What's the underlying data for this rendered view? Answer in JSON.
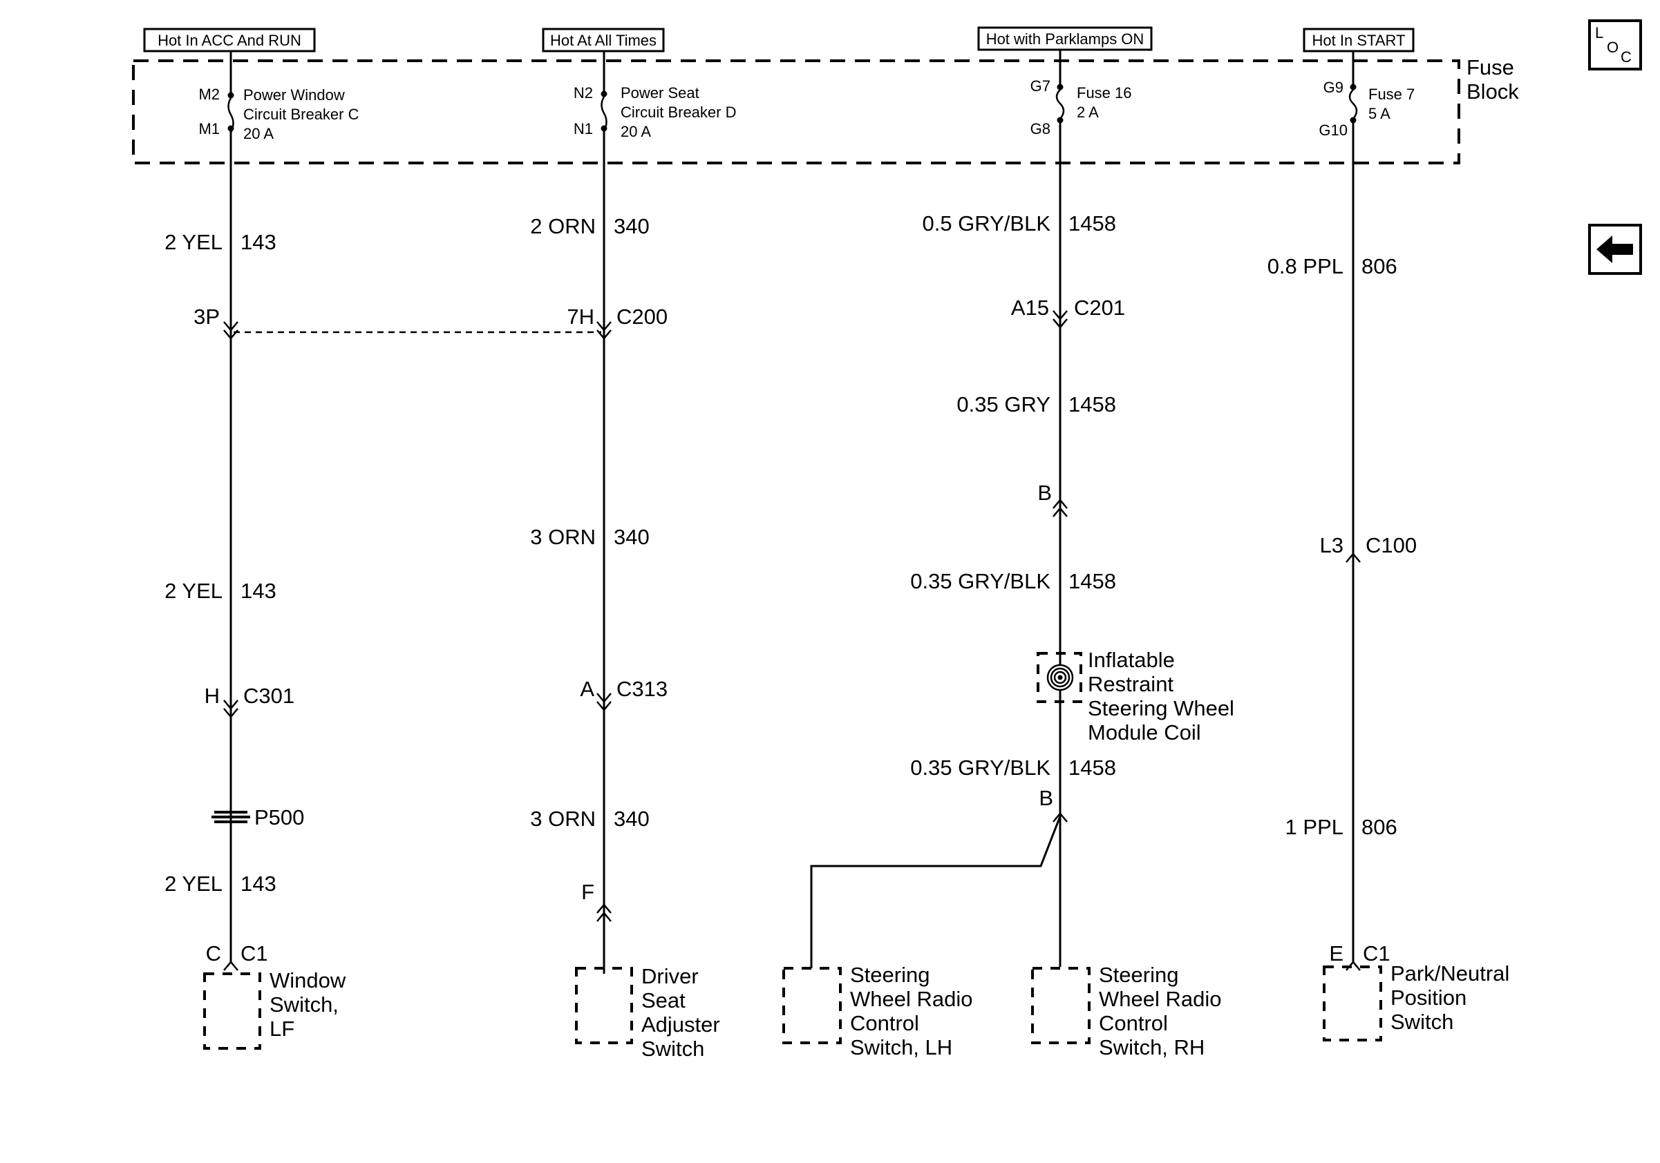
{
  "headers": {
    "acc_run": "Hot In ACC And RUN",
    "all_times": "Hot At All Times",
    "parklamps": "Hot with Parklamps ON",
    "start": "Hot In START"
  },
  "fuse_block": {
    "line1": "Fuse",
    "line2": "Block"
  },
  "loc_button": {
    "l": "L",
    "o": "O",
    "c": "C"
  },
  "back_button": {
    "icon": "left-arrow-icon"
  },
  "circuit_1": {
    "terminal_top": "M2",
    "terminal_bottom": "M1",
    "breaker_line1": "Power Window",
    "breaker_line2": "Circuit Breaker C",
    "breaker_line3": "20 A",
    "wire1_gauge": "2 YEL",
    "wire1_circuit": "143",
    "c200_pin": "3P",
    "wire2_gauge": "2 YEL",
    "wire2_circuit": "143",
    "c301_pin": "H",
    "c301_name": "C301",
    "splice": "P500",
    "wire3_gauge": "2 YEL",
    "wire3_circuit": "143",
    "end_pin": "C",
    "end_conn": "C1",
    "component_line1": "Window",
    "component_line2": "Switch,",
    "component_line3": "LF"
  },
  "circuit_2": {
    "terminal_top": "N2",
    "terminal_bottom": "N1",
    "breaker_line1": "Power Seat",
    "breaker_line2": "Circuit Breaker D",
    "breaker_line3": "20 A",
    "wire1_gauge": "2 ORN",
    "wire1_circuit": "340",
    "c200_pin": "7H",
    "c200_name": "C200",
    "wire2_gauge": "3 ORN",
    "wire2_circuit": "340",
    "c313_pin": "A",
    "c313_name": "C313",
    "wire3_gauge": "3 ORN",
    "wire3_circuit": "340",
    "end_pin": "F",
    "component_line1": "Driver",
    "component_line2": "Seat",
    "component_line3": "Adjuster",
    "component_line4": "Switch"
  },
  "circuit_3": {
    "terminal_top": "G7",
    "terminal_bottom": "G8",
    "fuse_line1": "Fuse 16",
    "fuse_line2": "2 A",
    "wire1_gauge": "0.5 GRY/BLK",
    "wire1_circuit": "1458",
    "c201_pin": "A15",
    "c201_name": "C201",
    "wire2_gauge": "0.35 GRY",
    "wire2_circuit": "1458",
    "b_pin_upper": "B",
    "wire3_gauge": "0.35 GRY/BLK",
    "wire3_circuit": "1458",
    "coil_line1": "Inflatable",
    "coil_line2": "Restraint",
    "coil_line3": "Steering Wheel",
    "coil_line4": "Module Coil",
    "wire4_gauge": "0.35 GRY/BLK",
    "wire4_circuit": "1458",
    "b_pin_lower": "B",
    "lh_line1": "Steering",
    "lh_line2": "Wheel Radio",
    "lh_line3": "Control",
    "lh_line4": "Switch, LH",
    "rh_line1": "Steering",
    "rh_line2": "Wheel Radio",
    "rh_line3": "Control",
    "rh_line4": "Switch, RH"
  },
  "circuit_4": {
    "terminal_top": "G9",
    "terminal_bottom": "G10",
    "fuse_line1": "Fuse 7",
    "fuse_line2": "5 A",
    "wire1_gauge": "0.8 PPL",
    "wire1_circuit": "806",
    "c100_pin": "L3",
    "c100_name": "C100",
    "wire2_gauge": "1 PPL",
    "wire2_circuit": "806",
    "end_pin": "E",
    "end_conn": "C1",
    "component_line1": "Park/Neutral",
    "component_line2": "Position",
    "component_line3": "Switch"
  }
}
